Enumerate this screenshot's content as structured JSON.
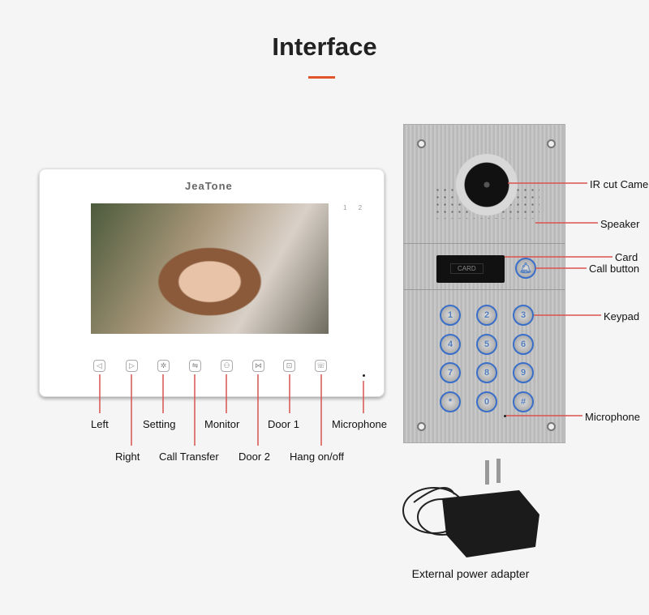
{
  "title": "Interface",
  "accent_color": "#e0562a",
  "monitor": {
    "brand": "JeaTone",
    "indicators": "1 2",
    "buttons": [
      {
        "icon": "left-arrow-icon",
        "glyph": "◁",
        "label": "Left"
      },
      {
        "icon": "right-arrow-icon",
        "glyph": "▷",
        "label": "Right"
      },
      {
        "icon": "gear-icon",
        "glyph": "✲",
        "label": "Setting"
      },
      {
        "icon": "transfer-icon",
        "glyph": "⇋",
        "label": "Call Transfer"
      },
      {
        "icon": "person-icon",
        "glyph": "⚇",
        "label": "Monitor"
      },
      {
        "icon": "door-icon",
        "glyph": "⋈",
        "label": "Door 2"
      },
      {
        "icon": "lock-icon",
        "glyph": "⊡",
        "label": "Door 1"
      },
      {
        "icon": "phone-icon",
        "glyph": "☏",
        "label": "Hang on/off"
      }
    ],
    "microphone_label": "Microphone"
  },
  "door_panel": {
    "card_text": "CARD",
    "keys": [
      "1",
      "2",
      "3",
      "4",
      "5",
      "6",
      "7",
      "8",
      "9",
      "*",
      "0",
      "#"
    ],
    "labels": {
      "camera": "IR cut Camera",
      "speaker": "Speaker",
      "card": "Card",
      "call": "Call button",
      "keypad": "Keypad",
      "microphone": "Microphone"
    }
  },
  "adapter_caption": "External power adapter"
}
